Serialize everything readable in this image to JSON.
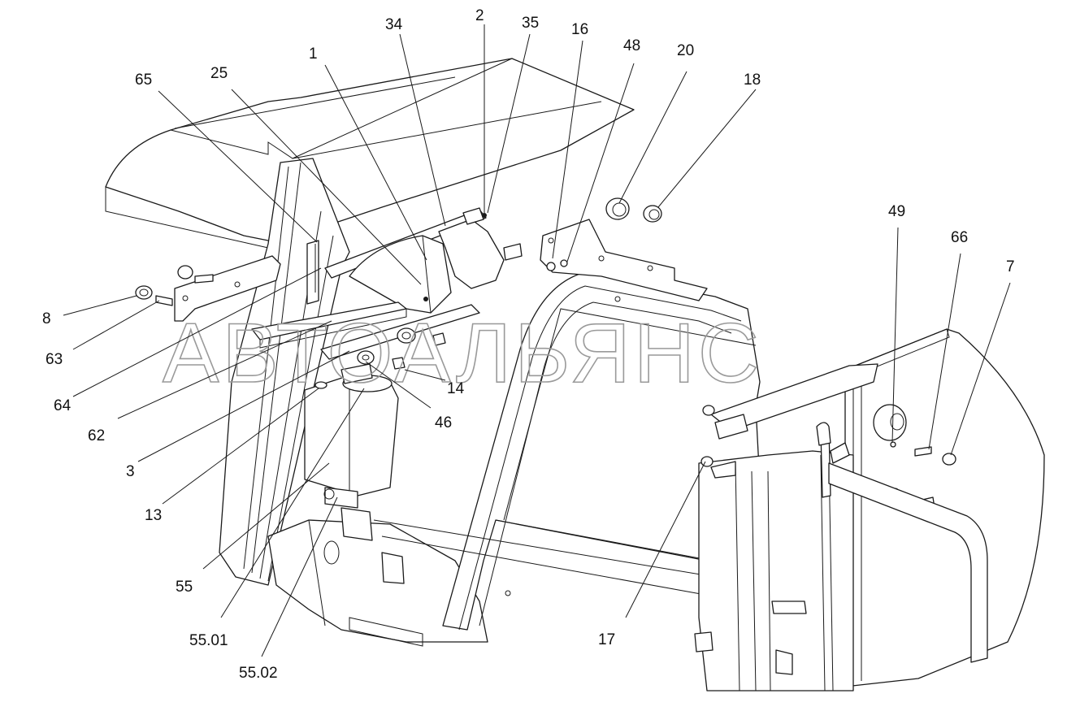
{
  "watermark": "АВТОАЛЬЯНС",
  "callouts": [
    {
      "id": "c-65",
      "text": "65"
    },
    {
      "id": "c-25",
      "text": "25"
    },
    {
      "id": "c-1",
      "text": "1"
    },
    {
      "id": "c-34",
      "text": "34"
    },
    {
      "id": "c-2",
      "text": "2"
    },
    {
      "id": "c-35",
      "text": "35"
    },
    {
      "id": "c-16",
      "text": "16"
    },
    {
      "id": "c-48",
      "text": "48"
    },
    {
      "id": "c-20",
      "text": "20"
    },
    {
      "id": "c-18",
      "text": "18"
    },
    {
      "id": "c-49",
      "text": "49"
    },
    {
      "id": "c-66",
      "text": "66"
    },
    {
      "id": "c-7",
      "text": "7"
    },
    {
      "id": "c-8",
      "text": "8"
    },
    {
      "id": "c-63",
      "text": "63"
    },
    {
      "id": "c-64",
      "text": "64"
    },
    {
      "id": "c-62",
      "text": "62"
    },
    {
      "id": "c-3",
      "text": "3"
    },
    {
      "id": "c-13",
      "text": "13"
    },
    {
      "id": "c-14",
      "text": "14"
    },
    {
      "id": "c-46",
      "text": "46"
    },
    {
      "id": "c-55",
      "text": "55"
    },
    {
      "id": "c-55-01",
      "text": "55.01"
    },
    {
      "id": "c-55-02",
      "text": "55.02"
    },
    {
      "id": "c-17",
      "text": "17"
    }
  ]
}
